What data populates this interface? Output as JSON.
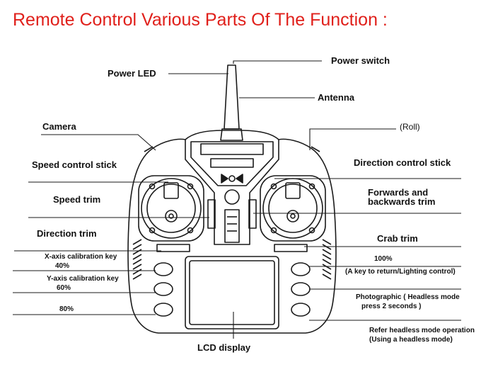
{
  "title": "Remote Control Various Parts Of The Function :",
  "labels": {
    "power_switch": "Power switch",
    "power_led": "Power LED",
    "antenna": "Antenna",
    "camera": "Camera",
    "roll": "(Roll)",
    "speed_control_stick": "Speed control stick",
    "direction_control_stick": "Direction control stick",
    "speed_trim": "Speed trim",
    "forwards_backwards_trim_line1": "Forwards and",
    "forwards_backwards_trim_line2": "backwards trim",
    "direction_trim": "Direction trim",
    "crab_trim": "Crab trim",
    "x_axis_key": "X-axis calibration key",
    "x_axis_pct": "40%",
    "y_axis_key": "Y-axis calibration key",
    "y_axis_pct": "60%",
    "pct_80": "80%",
    "pct_100": "100%",
    "return_key": "(A key to return/Lighting control)",
    "photographic_line1": "Photographic (  Headless mode",
    "photographic_line2": "press 2 seconds   )",
    "refer_headless_line1": "Refer headless mode operation",
    "refer_headless_line2": "(Using a headless mode)",
    "lcd_display": "LCD display"
  }
}
